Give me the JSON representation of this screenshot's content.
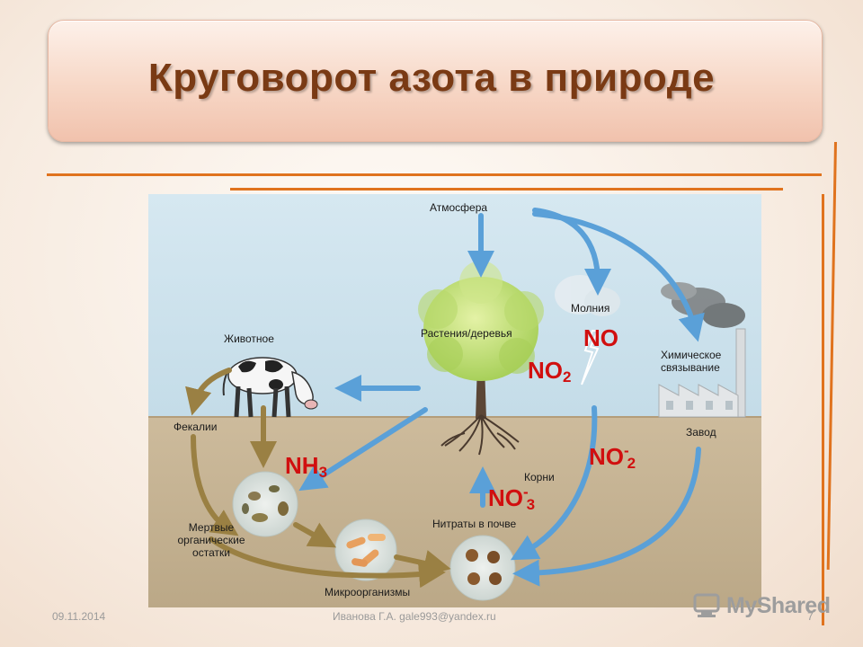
{
  "title": "Круговорот азота в природе",
  "labels": {
    "atmosphere": "Атмосфера",
    "lightning": "Молния",
    "plants": "Растения/деревья",
    "animal": "Животное",
    "chem_line1": "Химическое",
    "chem_line2": "связывание",
    "feces": "Фекалии",
    "factory": "Завод",
    "roots": "Корни",
    "dead_line1": "Мертвые",
    "dead_line2": "органические",
    "dead_line3": "остатки",
    "nitrates": "Нитраты в почве",
    "microorganisms": "Микроорганизмы"
  },
  "chemicals": {
    "no": "NO",
    "no2_base": "NO",
    "no2_sub": "2",
    "nh3_base": "NH",
    "nh3_sub": "3",
    "no2i_base": "NO",
    "no2i_sup": "-",
    "no2i_sub": "2",
    "no3i_base": "NO",
    "no3i_sup": "-",
    "no3i_sub": "3"
  },
  "footer": {
    "date": "09.11.2014",
    "author": "Иванова Г.А. gale993@yandex.ru",
    "page": "7"
  },
  "watermark": "MyShared",
  "colors": {
    "title_text": "#7a3a14",
    "accent_line": "#e0731e",
    "chem_text": "#d10f0f",
    "sky": "#cfe3ee",
    "soil": "#c8b596",
    "arrow_blue": "#5aa0d8",
    "arrow_brown": "#9a8043"
  }
}
